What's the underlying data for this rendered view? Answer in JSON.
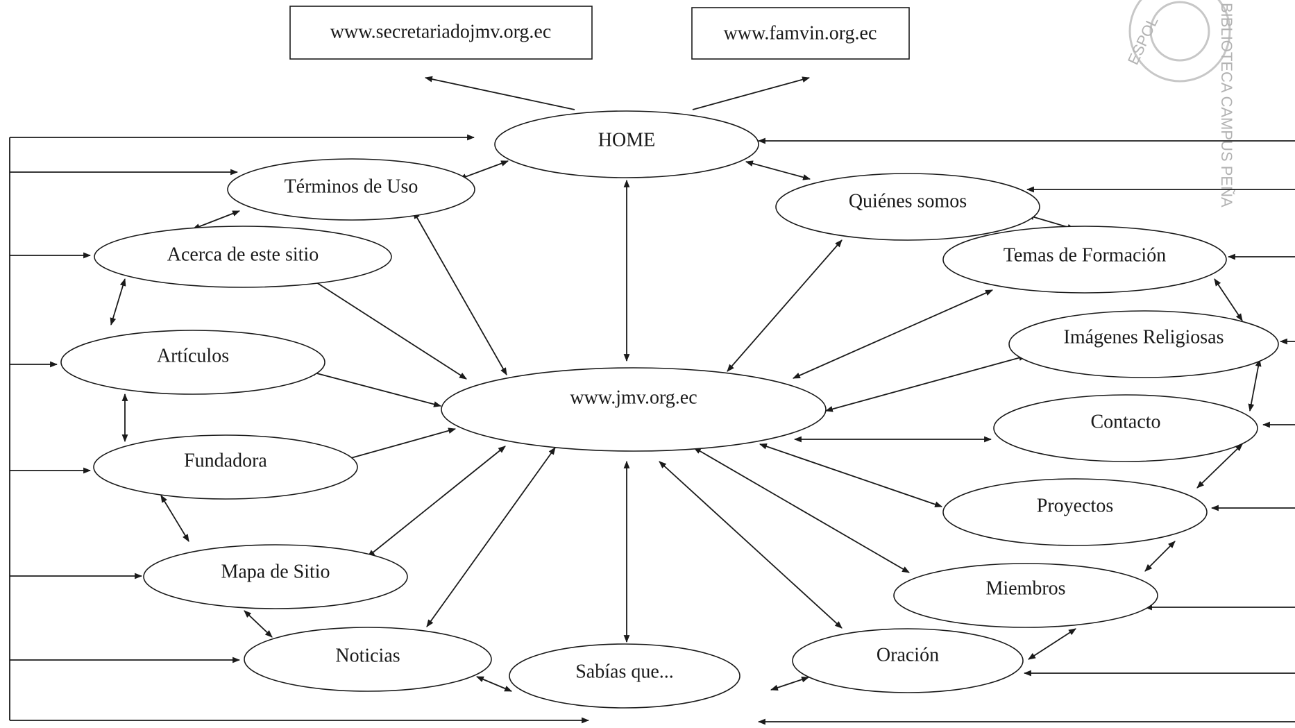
{
  "links": {
    "secretariado": "www.secretariadojmv.org.ec",
    "famvin": "www.famvin.org.ec"
  },
  "nodes": {
    "home": "HOME",
    "terminos": "Términos de Uso",
    "acerca": "Acerca de este sitio",
    "articulos": "Artículos",
    "fundadora": "Fundadora",
    "mapa": "Mapa de Sitio",
    "noticias": "Noticias",
    "sabias": "Sabías que...",
    "center": "www.jmv.org.ec",
    "quienes": "Quiénes somos",
    "temas": "Temas de Formación",
    "imagenes": "Imágenes Religiosas",
    "contacto": "Contacto",
    "proyectos": "Proyectos",
    "miembros": "Miembros",
    "oracion": "Oración"
  },
  "stamp": {
    "text": "ESPOL",
    "side": "BIBLIOTECA CAMPUS PEÑA"
  }
}
